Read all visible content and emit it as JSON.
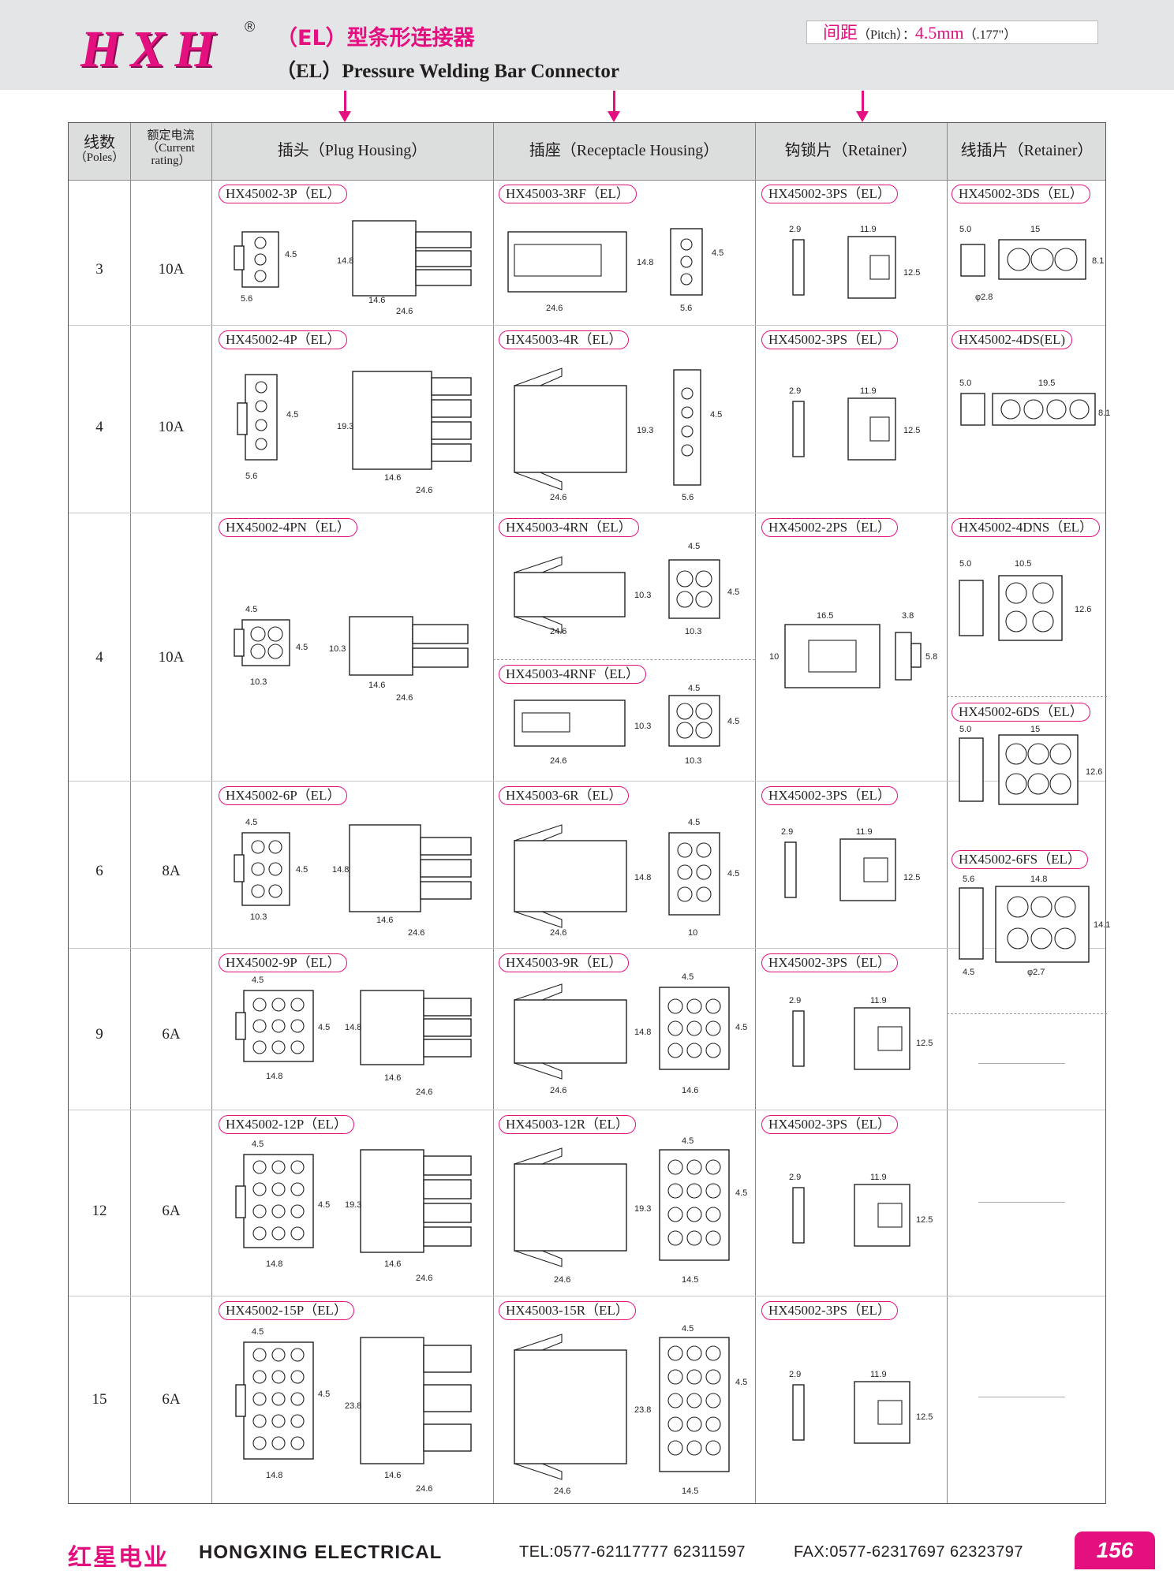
{
  "header": {
    "logo": "HXH",
    "registered": "®",
    "title_cn": "（EL）型条形连接器",
    "title_en": "（EL）Pressure Welding Bar Connector",
    "pitch_label": "间距",
    "pitch_en": "（Pitch）：",
    "pitch_value": "4.5mm",
    "pitch_inch": "（.177\"）"
  },
  "columns": {
    "poles_cn": "线数",
    "poles_en": "（Poles）",
    "current_cn": "额定电流",
    "current_en1": "（Current",
    "current_en2": "rating）",
    "plug": "插头（Plug Housing）",
    "receptacle": "插座（Receptacle Housing）",
    "retainer1": "钩锁片（Retainer）",
    "retainer2": "线插片（Retainer）"
  },
  "rows": [
    {
      "poles": "3",
      "current": "10A",
      "plug": "HX45002-3P（EL）",
      "receptacle": "HX45003-3RF（EL）",
      "retainer": "HX45002-3PS（EL）",
      "wire_retainer": "HX45002-3DS（EL）"
    },
    {
      "poles": "4",
      "current": "10A",
      "plug": "HX45002-4P（EL）",
      "receptacle": "HX45003-4R（EL）",
      "retainer": "HX45002-3PS（EL）",
      "wire_retainer": "HX45002-4DS(EL)"
    },
    {
      "poles": "4",
      "current": "10A",
      "plug": "HX45002-4PN（EL）",
      "receptacle": "HX45003-4RN（EL）",
      "receptacle2": "HX45003-4RNF（EL）",
      "retainer": "HX45002-2PS（EL）",
      "wire_retainer": "HX45002-4DNS（EL）",
      "wire_retainer2": "HX45002-6DS（EL）"
    },
    {
      "poles": "6",
      "current": "8A",
      "plug": "HX45002-6P（EL）",
      "receptacle": "HX45003-6R（EL）",
      "retainer": "HX45002-3PS（EL）",
      "wire_retainer": "HX45002-6FS（EL）"
    },
    {
      "poles": "9",
      "current": "6A",
      "plug": "HX45002-9P（EL）",
      "receptacle": "HX45003-9R（EL）",
      "retainer": "HX45002-3PS（EL）"
    },
    {
      "poles": "12",
      "current": "6A",
      "plug": "HX45002-12P（EL）",
      "receptacle": "HX45003-12R（EL）",
      "retainer": "HX45002-3PS（EL）"
    },
    {
      "poles": "15",
      "current": "6A",
      "plug": "HX45002-15P（EL）",
      "receptacle": "HX45003-15R（EL）",
      "retainer": "HX45002-3PS（EL）"
    }
  ],
  "dims": {
    "d1": "4.5",
    "d2": "14.8",
    "d3": "5.6",
    "d4": "14.6",
    "d5": "24.6",
    "d6": "2.9",
    "d7": "11.9",
    "d8": "12.5",
    "d9": "5.0",
    "d10": "15",
    "d11": "8.1",
    "d12": "φ2.8",
    "d13": "19.3",
    "d14": "19.5",
    "d15": "10.3",
    "d16": "10.5",
    "d17": "12.6",
    "d18": "16.5",
    "d19": "3.8",
    "d20": "10",
    "d21": "5.8",
    "d22": "14.1",
    "d23": "φ2.7",
    "d24": "14.5",
    "d25": "23.8"
  },
  "footer": {
    "company_cn": "红星电业",
    "company_en": "HONGXING ELECTRICAL",
    "tel": "TEL:0577-62117777   62311597",
    "fax": "FAX:0577-62317697   62323797",
    "page": "156"
  }
}
